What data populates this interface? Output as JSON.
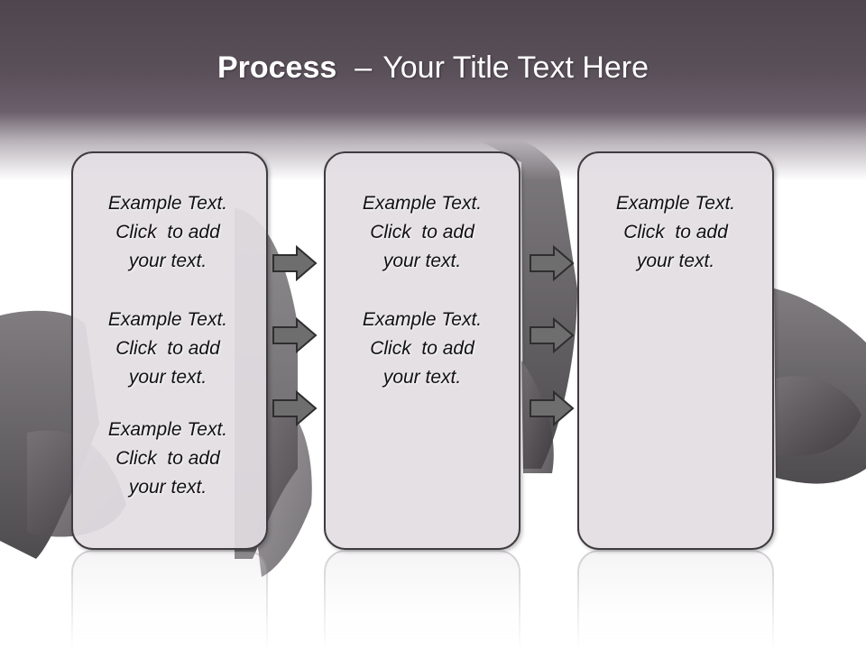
{
  "slide": {
    "title_bold": "Process",
    "title_sep": "–",
    "title_rest": "Your Title Text Here"
  },
  "boxes": [
    {
      "items": [
        {
          "lines": [
            "Example Text.",
            "Click  to add",
            "your text."
          ]
        },
        {
          "lines": [
            "Example Text.",
            "Click  to add",
            "your text."
          ]
        },
        {
          "lines": [
            "Example Text.",
            "Click  to add",
            "your text."
          ]
        }
      ]
    },
    {
      "items": [
        {
          "lines": [
            "Example Text.",
            "Click  to add",
            "your text."
          ]
        },
        {
          "lines": [
            "Example Text.",
            "Click  to add",
            "your text."
          ]
        }
      ]
    },
    {
      "items": [
        {
          "lines": [
            "Example Text.",
            "Click  to add",
            "your text."
          ]
        }
      ]
    }
  ],
  "colors": {
    "title_band": "#5a505a",
    "box_fill": "#e2dee2",
    "box_border": "#3f3b3f",
    "arrow_fill": "#6e6e6e",
    "arrow_stroke": "#2e2e2e"
  },
  "icons": {
    "arrow": "arrow-right-icon"
  }
}
